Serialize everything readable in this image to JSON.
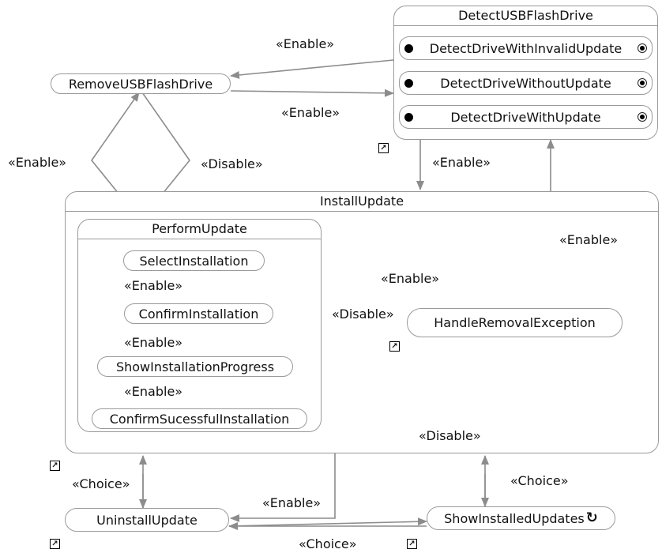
{
  "nodes": {
    "detect_usb": {
      "title": "DetectUSBFlashDrive",
      "states": [
        "DetectDriveWithInvalidUpdate",
        "DetectDriveWithoutUpdate",
        "DetectDriveWithUpdate"
      ]
    },
    "remove_usb": "RemoveUSBFlashDrive",
    "install_update": "InstallUpdate",
    "perform_update": {
      "title": "PerformUpdate",
      "steps": [
        "SelectInstallation",
        "ConfirmInstallation",
        "ShowInstallationProgress",
        "ConfirmSucessfulInstallation"
      ]
    },
    "handle_removal": "HandleRemovalException",
    "uninstall": "UninstallUpdate",
    "show_installed": "ShowInstalledUpdates"
  },
  "edge_labels": {
    "enable_top": "«Enable»",
    "enable_mid": "«Enable»",
    "enable_left": "«Enable»",
    "disable_left": "«Disable»",
    "enable_detect_install": "«Enable»",
    "enable_handle_detect": "«Enable»",
    "enable_select_handle": "«Enable»",
    "disable_handle_perform": "«Disable»",
    "enable_step1": "«Enable»",
    "enable_step2": "«Enable»",
    "enable_step3": "«Enable»",
    "disable_confirm_handle": "«Disable»",
    "choice_uninstall": "«Choice»",
    "enable_uninstall": "«Enable»",
    "choice_show": "«Choice»",
    "choice_bottom": "«Choice»"
  },
  "icons": {
    "link_glyph": "↗",
    "loop_glyph": "↻"
  },
  "colors": {
    "line": "#8c8c8c",
    "border": "#9a9a9a"
  }
}
